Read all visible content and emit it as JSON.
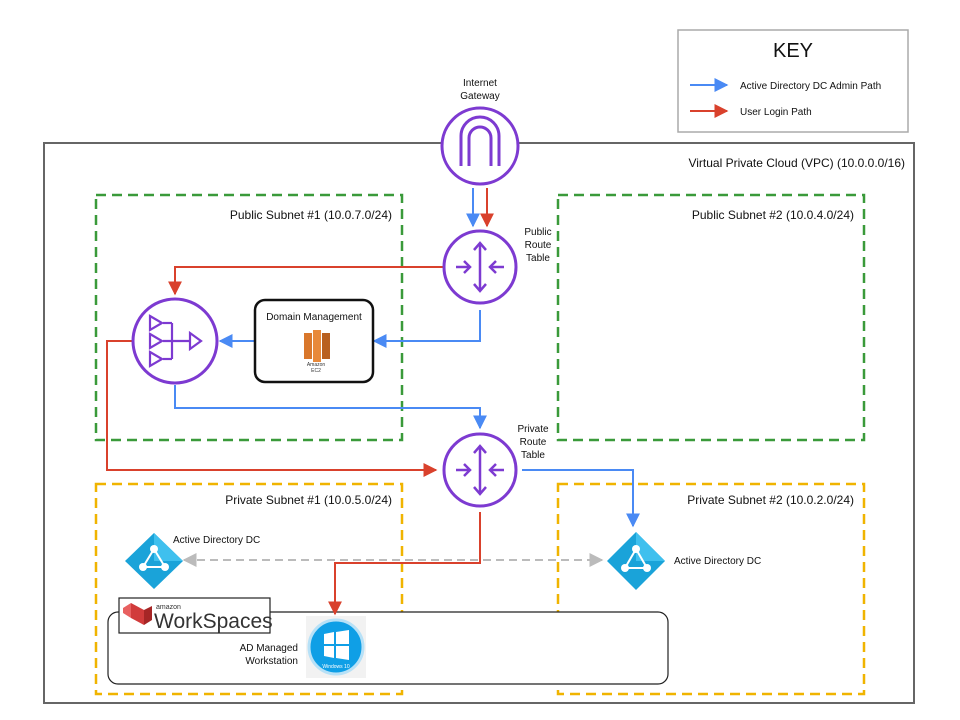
{
  "colors": {
    "admin_path": "#4a8af4",
    "login_path": "#d9412c",
    "public_subnet": "#3a9a3a",
    "private_subnet": "#f0b400",
    "vpc_border": "#666666",
    "router_purple": "#7d3ad1",
    "azure_blue": "#1aa3d9",
    "ec2_orange": "#d9772b",
    "peer_link": "#bbbbbb"
  },
  "key": {
    "title": "KEY",
    "admin_label": "Active Directory DC Admin Path",
    "login_label": "User Login Path"
  },
  "vpc": {
    "label": "Virtual Private Cloud (VPC) (10.0.0.0/16)"
  },
  "subnets": {
    "public1": "Public Subnet #1 (10.0.7.0/24)",
    "public2": "Public Subnet #2 (10.0.4.0/24)",
    "private1": "Private Subnet #1 (10.0.5.0/24)",
    "private2": "Private Subnet #2 (10.0.2.0/24)"
  },
  "nodes": {
    "internet_gateway": {
      "line1": "Internet",
      "line2": "Gateway",
      "icon": "internet-gateway-icon"
    },
    "public_route_table": {
      "line1": "Public",
      "line2": "Route",
      "line3": "Table",
      "icon": "router-icon"
    },
    "private_route_table": {
      "line1": "Private",
      "line2": "Route",
      "line3": "Table",
      "icon": "router-icon"
    },
    "nat_gateway": {
      "icon": "nat-gateway-icon"
    },
    "domain_management": {
      "label": "Domain Management",
      "ec2_line1": "Amazon",
      "ec2_line2": "EC2",
      "icon": "ec2-icon"
    },
    "ad_dc_1": {
      "label": "Active Directory DC",
      "icon": "active-directory-icon"
    },
    "ad_dc_2": {
      "label": "Active Directory DC",
      "icon": "active-directory-icon"
    },
    "workspaces": {
      "brand_small": "amazon",
      "brand": "WorkSpaces",
      "icon": "workspaces-logo-icon"
    },
    "workstation": {
      "line1": "AD Managed",
      "line2": "Workstation",
      "os_label": "Windows 10",
      "icon": "windows-logo-icon"
    }
  }
}
